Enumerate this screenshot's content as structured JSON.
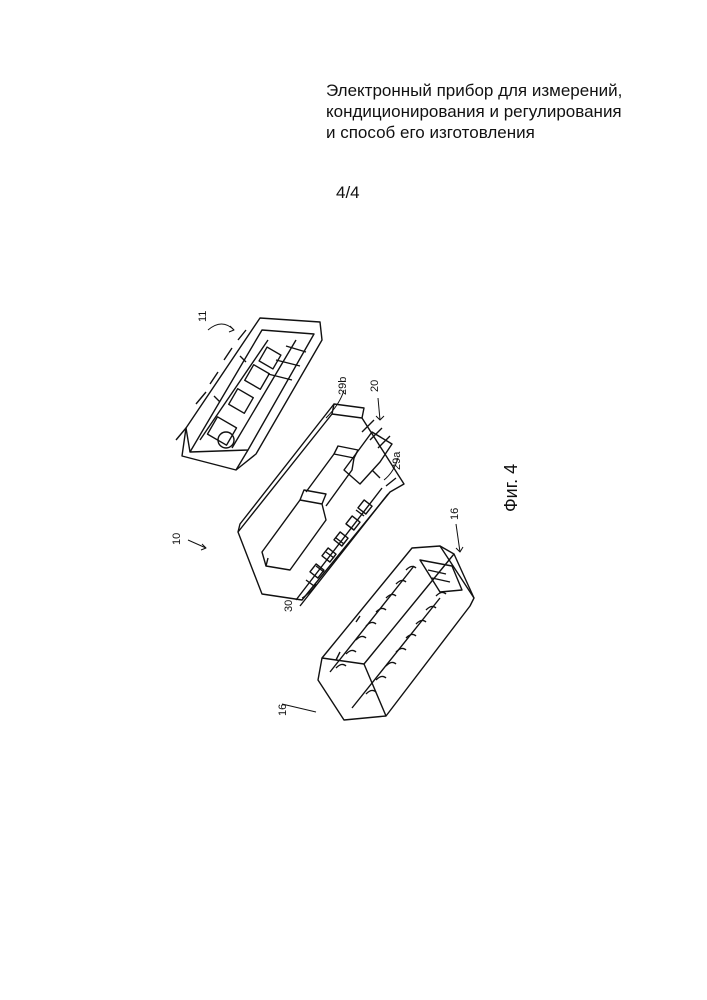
{
  "header": {
    "title_lines": [
      "Электронный прибор для измерений,",
      "кондиционирования и регулирования",
      "и способ его изготовления"
    ],
    "sheet_number": "4/4"
  },
  "figure": {
    "caption": "Фиг. 4",
    "reference_labels": {
      "assembly": "10",
      "front_cover": "11",
      "circuit_unit": "20",
      "board_a": "29a",
      "board_b": "29b",
      "terminal_block": "30",
      "housing_top": "16",
      "housing_bottom": "16"
    }
  }
}
